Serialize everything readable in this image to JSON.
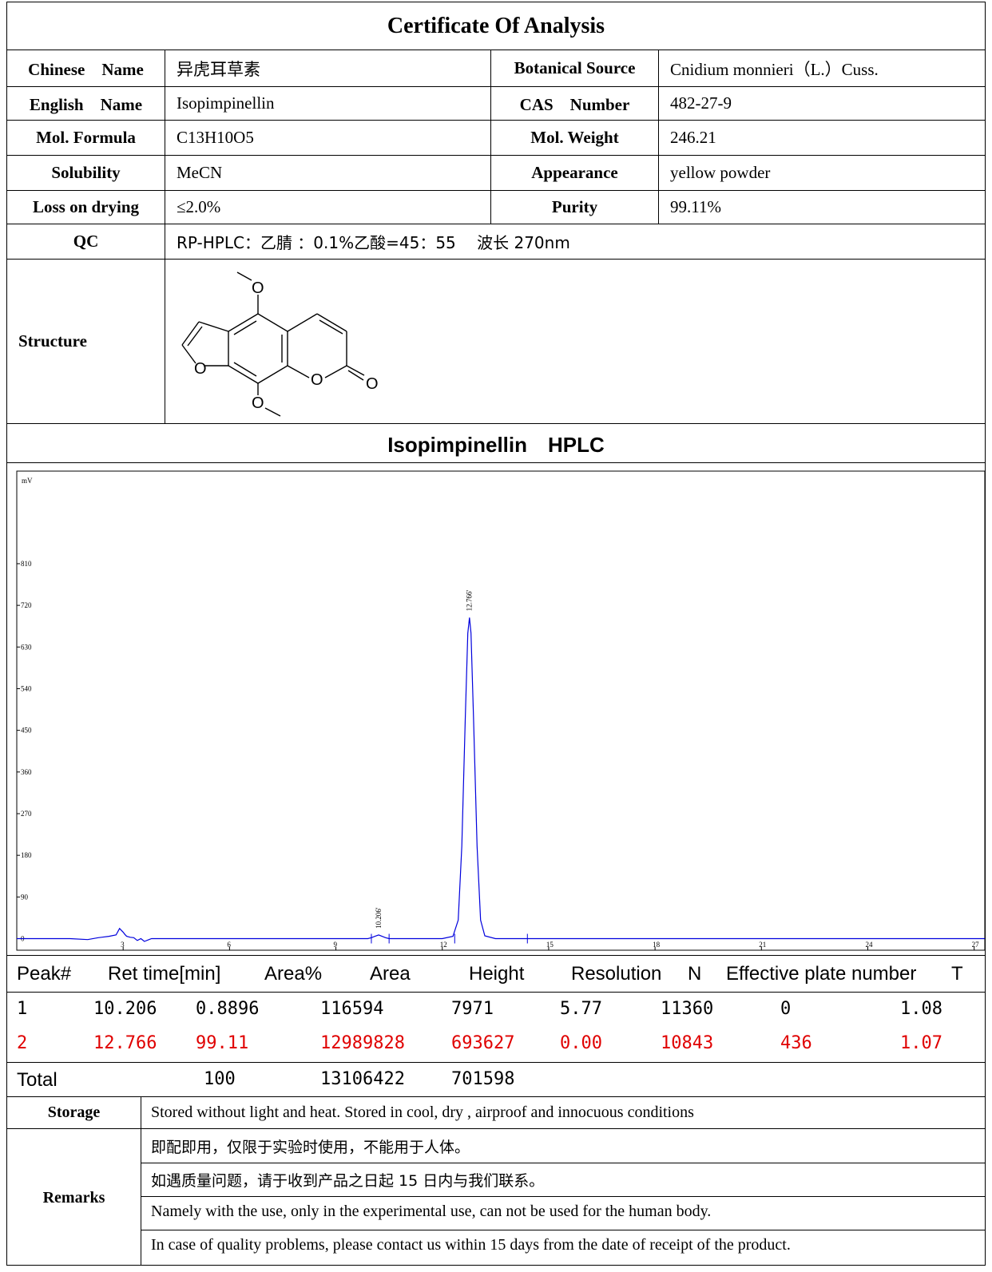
{
  "title": "Certificate Of Analysis",
  "info_rows": [
    {
      "l1": "Chinese　Name",
      "v1": "异虎耳草素",
      "l2": "Botanical Source",
      "v2": "Cnidium monnieri（L.）Cuss."
    },
    {
      "l1": "English　Name",
      "v1": "Isopimpinellin",
      "l2": "CAS　Number",
      "v2": "482-27-9"
    },
    {
      "l1": "Mol. Formula",
      "v1": "C13H10O5",
      "l2": "Mol. Weight",
      "v2": "246.21"
    },
    {
      "l1": "Solubility",
      "v1": "MeCN",
      "l2": "Appearance",
      "v2": "yellow powder"
    },
    {
      "l1": "Loss on drying",
      "v1": "≤2.0%",
      "l2": "Purity",
      "v2": "99.11%"
    }
  ],
  "qc": {
    "label": "QC",
    "value": "RP-HPLC：乙腈 ：0.1%乙酸=45：55　 波长 270nm"
  },
  "structure": {
    "label": "Structure",
    "atoms": [
      "O",
      "O",
      "O",
      "O",
      "O"
    ]
  },
  "hplc_title": "Isopimpinellin　HPLC",
  "chart_data": {
    "type": "line",
    "ylabel": "mV",
    "xlim": [
      0,
      27.3
    ],
    "ylim": [
      -25,
      1010
    ],
    "yticks": [
      0,
      90,
      180,
      270,
      360,
      450,
      540,
      630,
      720,
      810
    ],
    "xticks": [
      3,
      6,
      9,
      12,
      15,
      18,
      21,
      24,
      27
    ],
    "series": [
      {
        "x": [
          0,
          1.5,
          2.0,
          2.3,
          2.6,
          2.8,
          2.9,
          3.0,
          3.05,
          3.1,
          3.2,
          3.3,
          3.4,
          3.5,
          3.6,
          3.7,
          3.8,
          3.9,
          4.0,
          4.1,
          6,
          9,
          9.9,
          10.0,
          10.1,
          10.206,
          10.3,
          10.4,
          10.5,
          10.6,
          12.0,
          12.3,
          12.45,
          12.55,
          12.65,
          12.72,
          12.766,
          12.81,
          12.88,
          12.98,
          13.08,
          13.2,
          13.5,
          27.3
        ],
        "y": [
          0,
          0,
          -2,
          2,
          5,
          8,
          22,
          14,
          9,
          5,
          3,
          2,
          -4,
          0,
          -6,
          -3,
          0,
          0,
          0,
          0,
          0,
          0,
          0,
          2,
          5,
          8,
          5,
          2,
          0,
          0,
          0,
          5,
          40,
          200,
          480,
          660,
          693.6,
          660,
          480,
          200,
          40,
          6,
          0,
          0
        ]
      }
    ],
    "peak_labels": [
      {
        "x": 10.206,
        "text": "10.206'"
      },
      {
        "x": 12.766,
        "text": "12.766'"
      }
    ],
    "integration_marks": [
      10.0,
      10.5,
      12.35,
      14.4
    ]
  },
  "peak_table": {
    "headers": [
      "Peak#",
      "Ret time[min]",
      "Area%",
      "Area",
      "Height",
      "Resolution",
      "N",
      "Effective plate number",
      "T"
    ],
    "rows": [
      [
        "1",
        "10.206",
        "0.8896",
        "116594",
        "7971",
        "5.77",
        "11360",
        "0",
        "1.08"
      ],
      [
        "2",
        "12.766",
        "99.11",
        "12989828",
        "693627",
        "0.00",
        "10843",
        "436",
        "1.07"
      ]
    ],
    "total": [
      "Total",
      "100",
      "13106422",
      "701598"
    ]
  },
  "storage": {
    "label": "Storage",
    "value": "Stored without light and heat. Stored in cool, dry , airproof and innocuous conditions"
  },
  "remarks": {
    "label": "Remarks",
    "lines": [
      "即配即用，仅限于实验时使用，不能用于人体。",
      "如遇质量问题，请于收到产品之日起 15 日内与我们联系。",
      "Namely with the use, only in the experimental use, can not be used for the human body.",
      "In case of quality problems, please contact us within 15 days from the date of receipt of the product."
    ]
  }
}
